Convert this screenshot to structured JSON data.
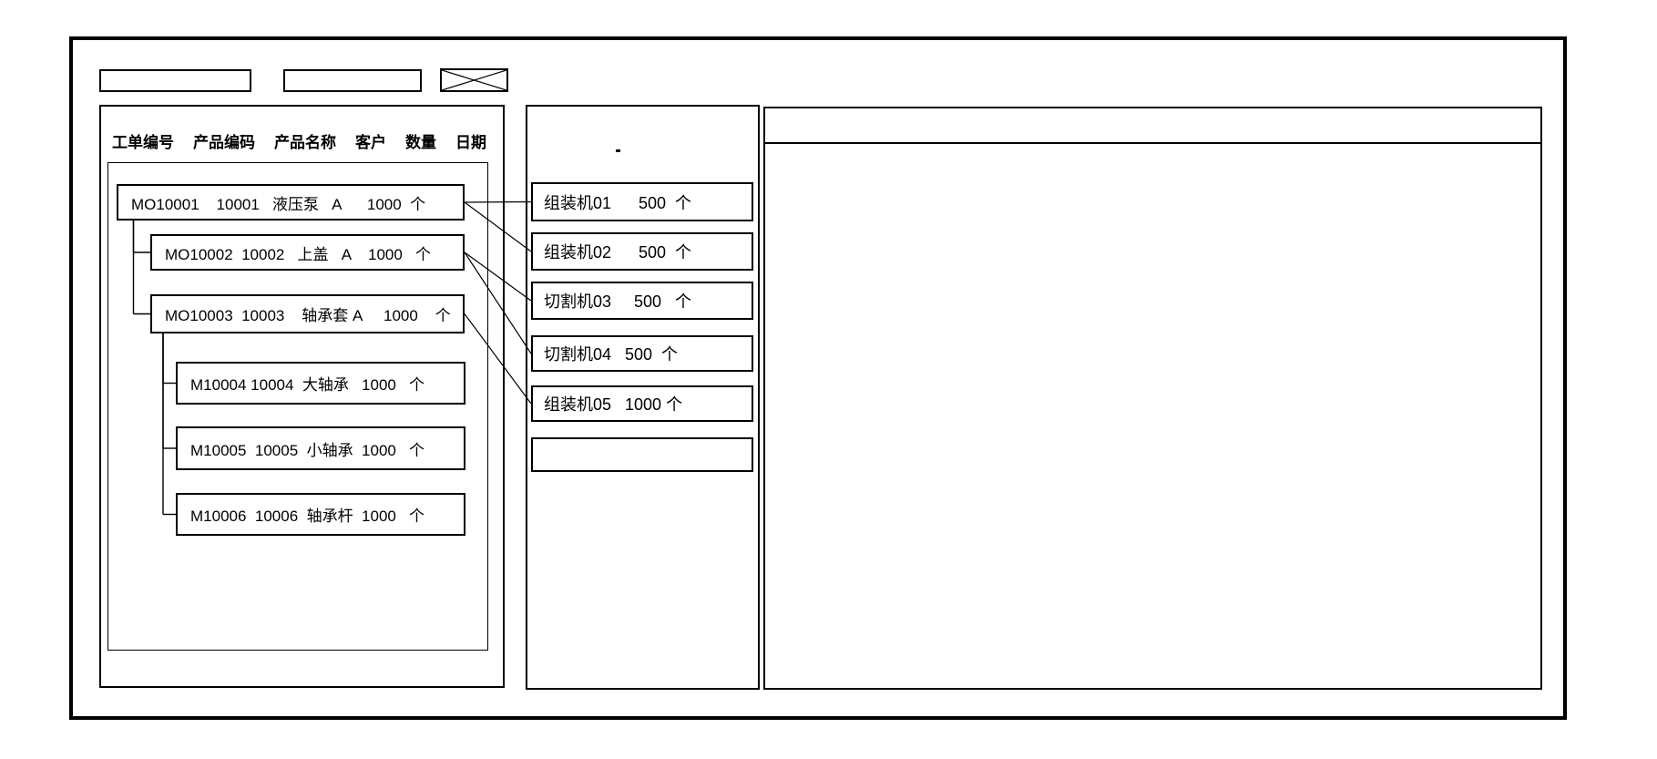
{
  "toolbar": {
    "field1_value": "",
    "field2_value": ""
  },
  "orders_panel": {
    "columns": [
      "工单编号",
      "产品编码",
      "产品名称",
      "客户",
      "数量",
      "日期"
    ],
    "nodes": [
      {
        "id": "MO10001",
        "order_no": "MO10001",
        "product_code": "10001",
        "product_name": "液压泵",
        "customer": "A",
        "qty": "1000",
        "unit": "个",
        "level": 0,
        "parent": null,
        "label": "MO10001    10001   液压泵   A      1000  个"
      },
      {
        "id": "MO10002",
        "order_no": "MO10002",
        "product_code": "10002",
        "product_name": "上盖",
        "customer": "A",
        "qty": "1000",
        "unit": "个",
        "level": 1,
        "parent": 0,
        "label": "MO10002  10002   上盖   A    1000   个"
      },
      {
        "id": "MO10003",
        "order_no": "MO10003",
        "product_code": "10003",
        "product_name": "轴承套",
        "customer": "A",
        "qty": "1000",
        "unit": "个",
        "level": 1,
        "parent": 0,
        "label": "MO10003  10003    轴承套 A     1000    个"
      },
      {
        "id": "M10004",
        "order_no": "M10004",
        "product_code": "10004",
        "product_name": "大轴承",
        "customer": "",
        "qty": "1000",
        "unit": "个",
        "level": 2,
        "parent": 2,
        "label": "M10004 10004  大轴承   1000   个"
      },
      {
        "id": "M10005",
        "order_no": "M10005",
        "product_code": "10005",
        "product_name": "小轴承",
        "customer": "",
        "qty": "1000",
        "unit": "个",
        "level": 2,
        "parent": 2,
        "label": "M10005  10005  小轴承  1000   个"
      },
      {
        "id": "M10006",
        "order_no": "M10006",
        "product_code": "10006",
        "product_name": "轴承杆",
        "customer": "",
        "qty": "1000",
        "unit": "个",
        "level": 2,
        "parent": 2,
        "label": "M10006  10006  轴承杆  1000   个"
      }
    ]
  },
  "machine_panel": {
    "machines": [
      {
        "id": "组装机01",
        "qty": "500",
        "unit": "个",
        "label": "组装机01      500  个"
      },
      {
        "id": "组装机02",
        "qty": "500",
        "unit": "个",
        "label": "组装机02      500  个"
      },
      {
        "id": "切割机03",
        "qty": "500",
        "unit": "个",
        "label": "切割机03     500   个"
      },
      {
        "id": "切割机04",
        "qty": "500",
        "unit": "个",
        "label": "切割机04   500  个"
      },
      {
        "id": "组装机05",
        "qty": "1000",
        "unit": "个",
        "label": "组装机05   1000 个"
      },
      {
        "id": "",
        "qty": "",
        "unit": "",
        "label": ""
      }
    ]
  },
  "links": [
    {
      "source": "MO10001",
      "target": "组装机01",
      "source_index": 0,
      "target_index": 0
    },
    {
      "source": "MO10001",
      "target": "组装机02",
      "source_index": 0,
      "target_index": 1
    },
    {
      "source": "MO10002",
      "target": "切割机03",
      "source_index": 1,
      "target_index": 2
    },
    {
      "source": "MO10002",
      "target": "切割机04",
      "source_index": 1,
      "target_index": 3
    },
    {
      "source": "MO10003",
      "target": "组装机05",
      "source_index": 2,
      "target_index": 4
    }
  ],
  "colors": {
    "line": "#000000",
    "background": "#ffffff"
  }
}
